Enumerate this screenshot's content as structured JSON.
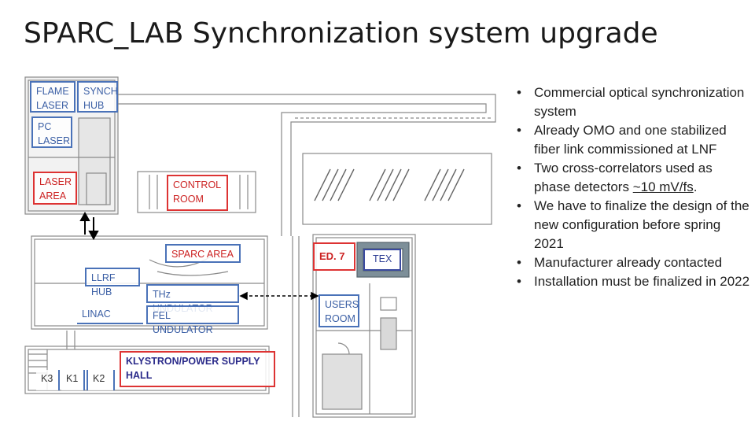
{
  "title": "SPARC_LAB Synchronization system upgrade",
  "plan": {
    "flame_laser": "FLAME LASER",
    "synch_hub": "SYNCH HUB",
    "pc_laser": "PC LASER",
    "laser_area": "LASER AREA",
    "control_room": "CONTROL ROOM",
    "sparc_area": "SPARC AREA",
    "llrf_hub": "LLRF HUB",
    "thz_undulator": "THz UNDULATOR",
    "linac": "LINAC",
    "fel_undulator": "FEL UNDULATOR",
    "ed7": "ED. 7",
    "tex": "TEX",
    "users_room": "USERS ROOM",
    "klystron_hall": "KLYSTRON/POWER SUPPLY HALL",
    "k3": "K3",
    "k1": "K1",
    "k2": "K2"
  },
  "bullets": [
    {
      "text": "Commercial optical synchronization system"
    },
    {
      "text": "Already OMO and one stabilized fiber link commissioned at LNF"
    },
    {
      "pre": "Two cross-correlators used as phase detectors ",
      "underlined": "~10 mV/fs",
      "post": "."
    },
    {
      "text": "We have to finalize the design of the new configuration before spring 2021"
    },
    {
      "text": "Manufacturer already contacted"
    },
    {
      "text": "Installation must be finalized in 2022"
    }
  ],
  "colors": {
    "blue": "#4a72b8",
    "red": "#dd3333",
    "navy": "#3a4aa0",
    "plan_line": "#8a8a8a"
  }
}
